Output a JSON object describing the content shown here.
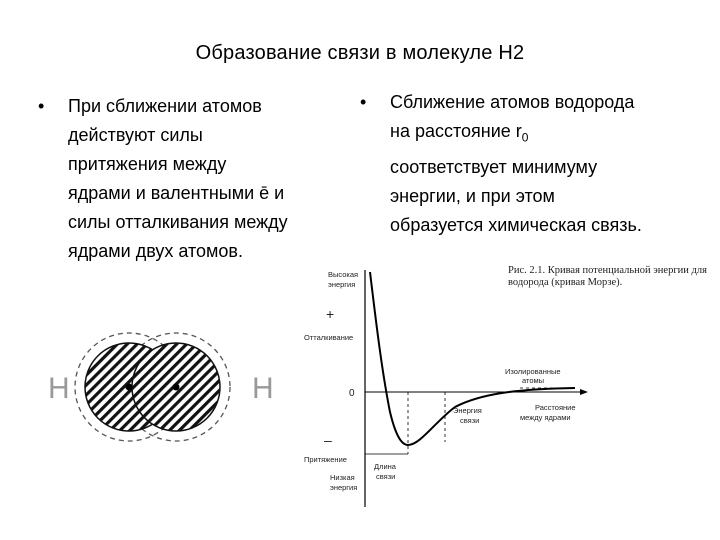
{
  "slide": {
    "title_main": "Образование связи в молекуле Н",
    "title_sub": "2",
    "left_bullet": {
      "bullet": "•",
      "lines": [
        "При сближении атомов",
        "действуют силы",
        "притяжения между",
        "ядрами и валентными ē и",
        "силы отталкивания между",
        "ядрами двух атомов."
      ]
    },
    "right_bullet": {
      "bullet": "•",
      "lines": [
        "Сближение атомов водорода",
        "на расстояние r",
        "соответствует минимуму",
        "энергии, и при этом",
        "образуется химическая связь."
      ],
      "subscript": "0"
    }
  },
  "atoms_figure": {
    "left_label": "Н",
    "right_label": "Н"
  },
  "energy_chart": {
    "caption_line1": "Рис. 2.1. Кривая потенциальной энергии для",
    "caption_line2": "водорода (кривая Морзе).",
    "label_high_1": "Высокая",
    "label_high_2": "энергия",
    "plus_sign": "+",
    "label_repulsion": "Отталкивание",
    "zero": "0",
    "minus_sign": "–",
    "label_attraction": "Притяжение",
    "label_low_1": "Низкая",
    "label_low_2": "энергия",
    "label_isolated_1": "Изолированные",
    "label_isolated_2": "атомы",
    "label_bond_energy_1": "Энергия",
    "label_bond_energy_2": "связи",
    "label_distance_1": "Расстояние",
    "label_distance_2": "между ядрами",
    "label_length_1": "Длина",
    "label_length_2": "связи"
  }
}
